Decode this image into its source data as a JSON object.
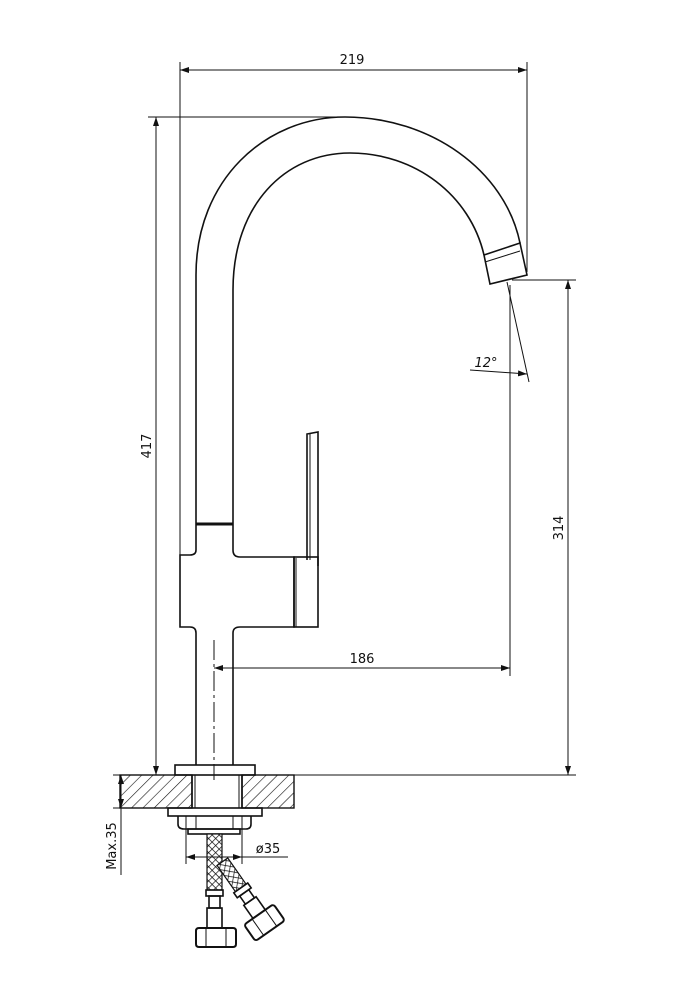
{
  "drawing": {
    "dimensions": {
      "overall_width": "219",
      "overall_height": "417",
      "spout_height": "314",
      "spout_reach": "186",
      "spout_angle": "12°",
      "hole_diameter": "ø35",
      "max_counter_thickness": "Max.35"
    },
    "colors": {
      "line": "#111111",
      "background": "#ffffff"
    }
  }
}
